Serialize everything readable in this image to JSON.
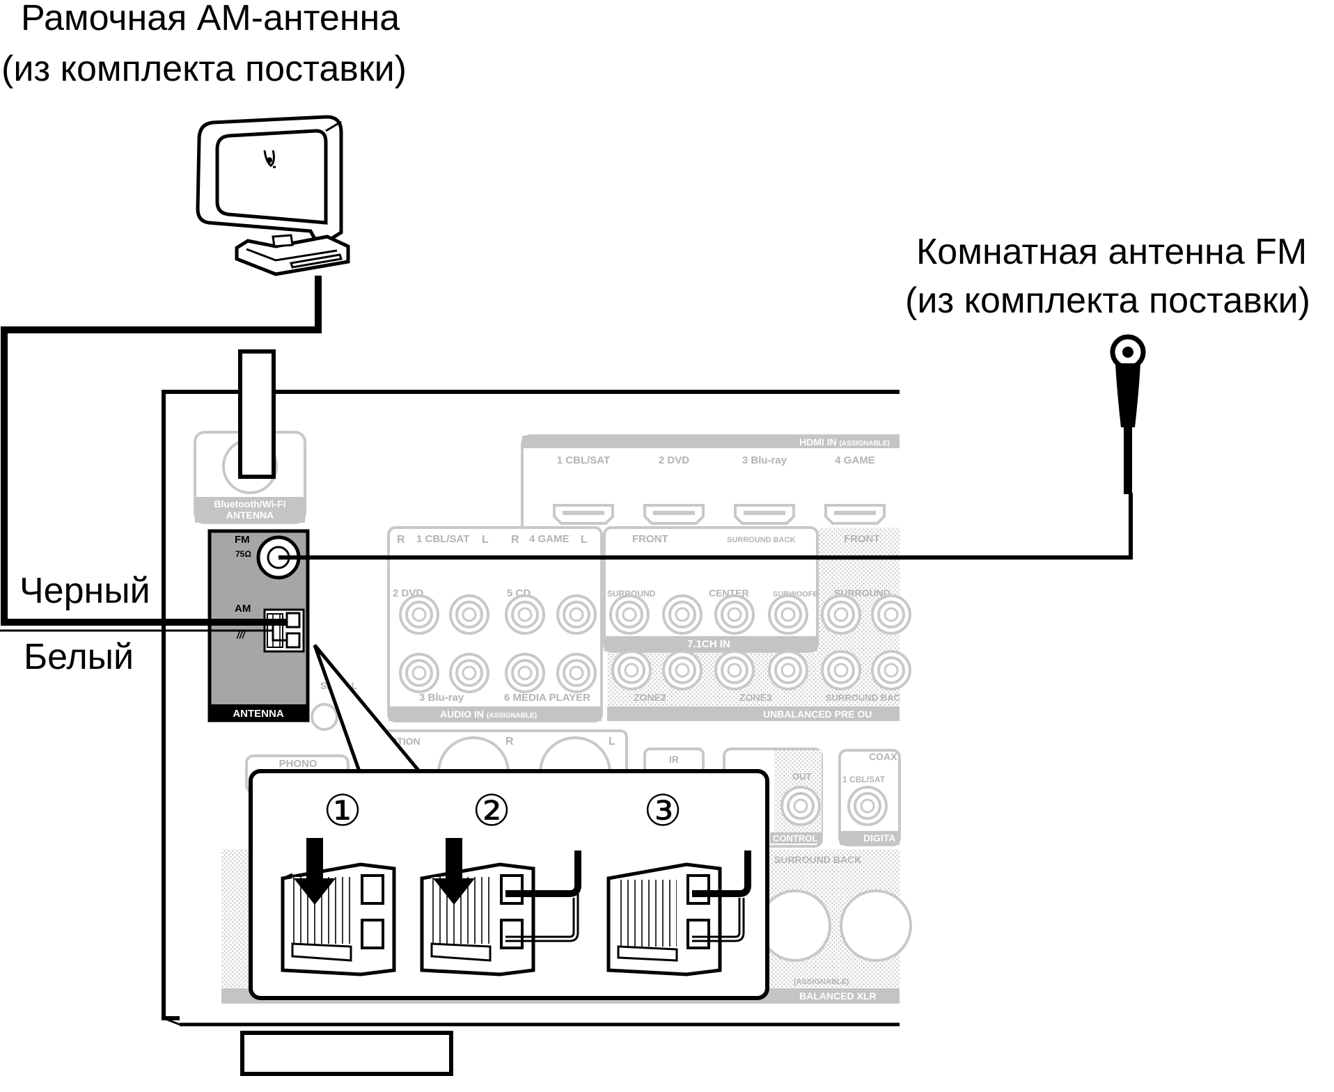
{
  "labels": {
    "am_antenna_line1": "Рамочная АМ-антенна",
    "am_antenna_line2": "(из комплекта поставки)",
    "fm_antenna_line1": "Комнатная антенна FM",
    "fm_antenna_line2": "(из комплекта поставки)",
    "black_wire": "Черный",
    "white_wire": "Белый"
  },
  "antenna_panel": {
    "fm_label": "FM",
    "fm_ohm": "75Ω",
    "am_label": "AM",
    "ground_symbol": "///",
    "panel_title": "ANTENNA",
    "bt_label_line1": "Bluetooth/Wi-Fi",
    "bt_label_line2": "ANTENNA"
  },
  "rear_panel": {
    "hdmi_header": "HDMI IN",
    "hdmi_header_small": "(ASSIGNABLE)",
    "hdmi_inputs": [
      "1 CBL/SAT",
      "2 DVD",
      "3 Blu-ray",
      "4 GAME"
    ],
    "audio_in": {
      "row1_left": "1 CBL/SAT",
      "row1_right": "4 GAME",
      "row2_left": "2 DVD",
      "row2_right": "5 CD",
      "row3_left": "3 Blu-ray",
      "row3_right": "6 MEDIA PLAYER",
      "footer": "AUDIO IN",
      "footer_small": "(ASSIGNABLE)"
    },
    "ch71": {
      "front": "FRONT",
      "surround_back": "SURROUND BACK",
      "surround": "SURROUND",
      "center": "CENTER",
      "subwoofer": "SUBWOOFER",
      "footer": "7.1CH IN"
    },
    "preout": {
      "front": "FRONT",
      "surround": "SURROUND",
      "zone2": "ZONE2",
      "zone3": "ZONE3",
      "surround_back": "SURROUND BAC",
      "footer": "UNBALANCED PRE OU"
    },
    "lower": {
      "phono": "PHONO",
      "signal_gnd": "SIGNAL",
      "option": "OPTION",
      "ir": "IR",
      "out": "OUT",
      "control": "CONTROL",
      "coax": "COAX",
      "coax_input": "1 CBL/SAT",
      "digital": "DIGITA",
      "surround_back": "SURROUND BACK",
      "assignable": "(ASSIGNABLE)",
      "balanced": "BALANCED XLR"
    },
    "channel_R": "R",
    "channel_L": "L"
  },
  "steps": [
    "①",
    "②",
    "③"
  ]
}
